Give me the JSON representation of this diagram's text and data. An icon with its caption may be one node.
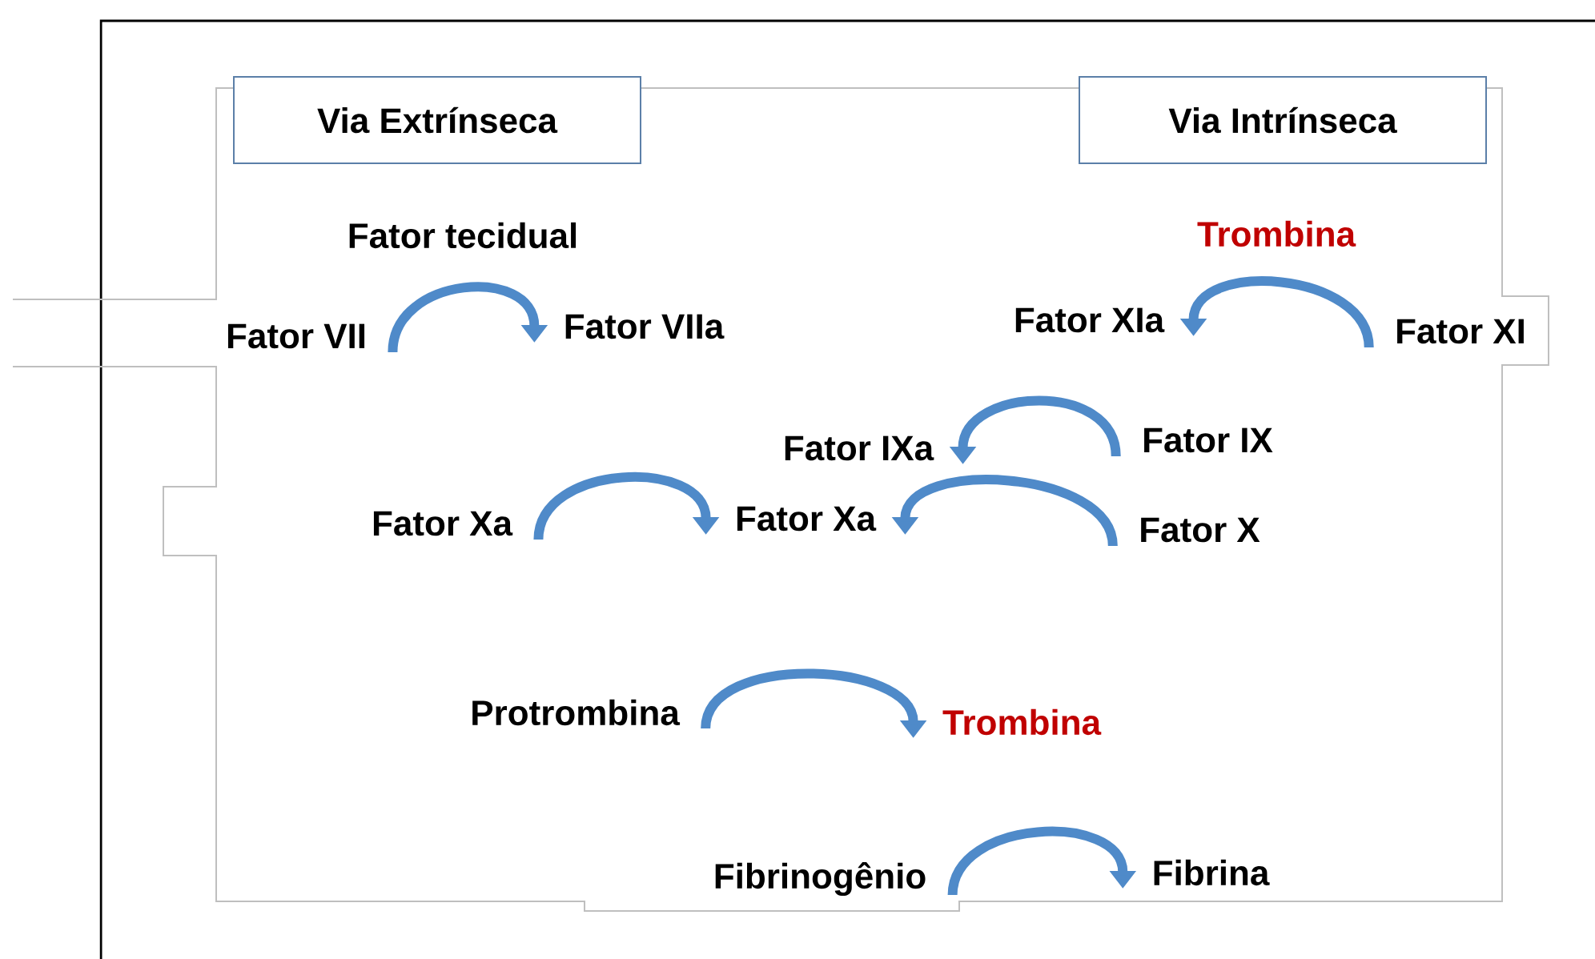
{
  "diagram": {
    "nodes": [
      {
        "text": [
          "Via Extrínseca"
        ]
      },
      {
        "text": [
          "Via Intrínseca"
        ]
      },
      {
        "text": [
          "Fator VII"
        ]
      },
      {
        "text": [
          "Fator VIIa"
        ]
      },
      {
        "text": [
          "Fator XIa"
        ]
      },
      {
        "text": [
          "Fator XI"
        ]
      },
      {
        "text": [
          "Fator IX"
        ]
      },
      {
        "text": [
          "Fator IXa"
        ]
      },
      {
        "text": [
          "Fator Xa"
        ]
      },
      {
        "text": [
          "Fator Xa"
        ]
      },
      {
        "text": [
          "Fator X"
        ]
      },
      {
        "text": [
          "Protrombina"
        ]
      },
      {
        "text": [
          "Trombina"
        ]
      },
      {
        "text": [
          "Fibrinogênio"
        ]
      },
      {
        "text": [
          "Fibrina"
        ]
      }
    ],
    "edges": [
      {
        "from": 2,
        "to": 3,
        "arrow": "to",
        "label": "Fator tecidual"
      },
      {
        "from": 5,
        "to": 4,
        "arrow": "to",
        "label": "Trombina"
      },
      {
        "from": 6,
        "to": 7,
        "arrow": "to"
      },
      {
        "from": 8,
        "to": 9,
        "arrow": "to"
      },
      {
        "from": 10,
        "to": 9,
        "arrow": "to"
      },
      {
        "from": 11,
        "to": 12,
        "arrow": "to"
      },
      {
        "from": 13,
        "to": 14,
        "arrow": "to"
      }
    ]
  }
}
